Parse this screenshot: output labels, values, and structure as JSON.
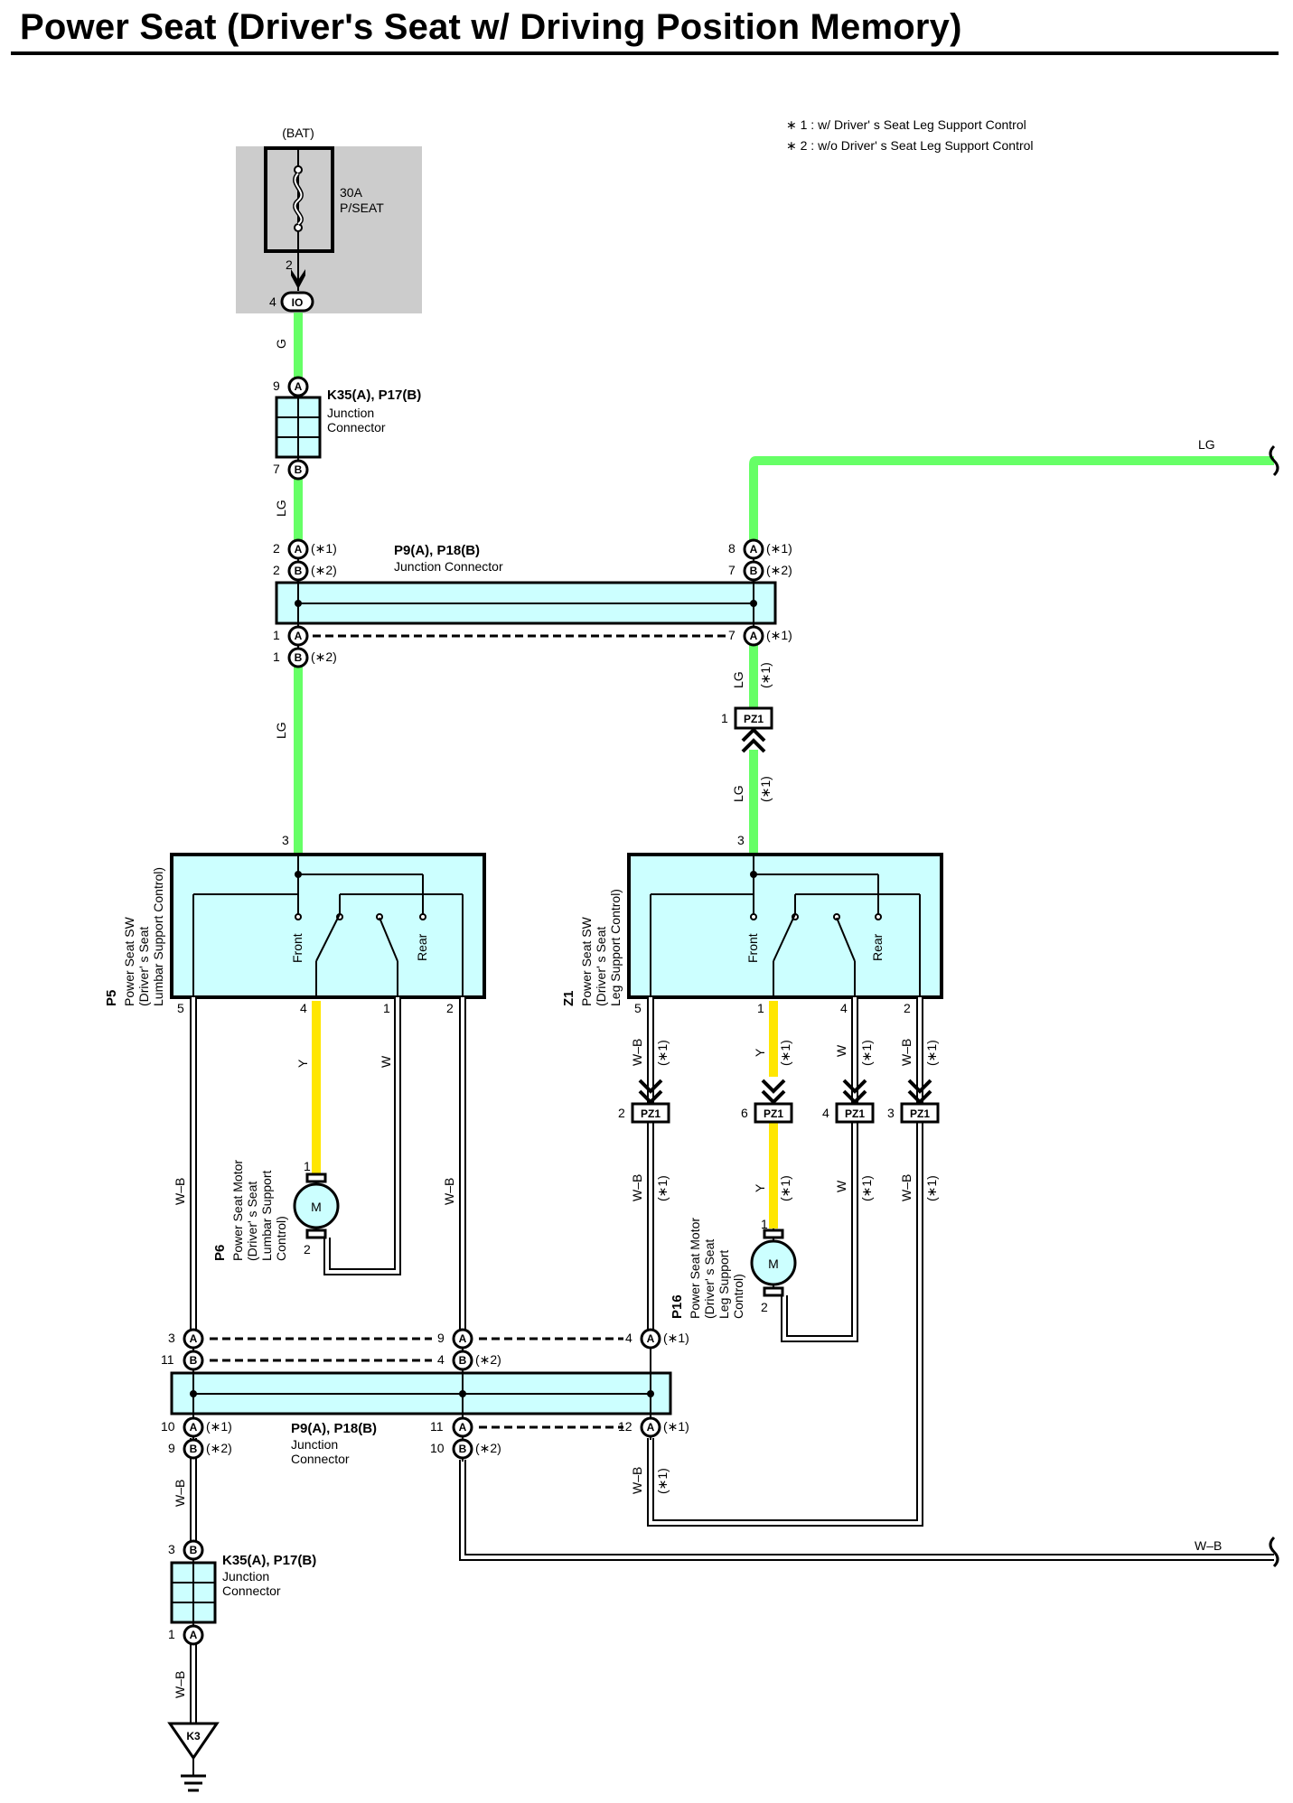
{
  "title": "Power Seat (Driver's Seat w/ Driving Position Memory)",
  "notes": [
    "∗ 1 : w/ Driver'  s Seat Leg Support Control",
    "∗ 2 : w/o Driver'  s Seat Leg Support Control"
  ],
  "fuse": {
    "source": "(BAT)",
    "rating": "30A",
    "name": "P/SEAT",
    "pin": "2",
    "conn_pin": "4",
    "conn_code": "IO"
  },
  "jc_top": {
    "code": "K35(A), P17(B)",
    "line1": "Junction",
    "line2": "Connector",
    "pin_a": "9",
    "tag_a": "A",
    "pin_b": "7",
    "tag_b": "B"
  },
  "jc_bottom": {
    "code": "K35(A), P17(B)",
    "line1": "Junction",
    "line2": "Connector",
    "pin_b": "3",
    "tag_b": "B",
    "pin_a": "1",
    "tag_a": "A"
  },
  "jbar_upper": {
    "code": "P9(A), P18(B)",
    "name": "Junction Connector",
    "left_top_a": "2",
    "left_top_b": "2",
    "left_bot_a": "1",
    "left_bot_b": "1",
    "right_top_a": "8",
    "right_top_b": "7",
    "right_bot_a": "7"
  },
  "jbar_lower": {
    "code": "P9(A), P18(B)",
    "line1": "Junction",
    "line2": "Connector",
    "p1_a": "3",
    "p1_b": "11",
    "p2_a": "9",
    "p2_b": "4",
    "p3_a": "4",
    "q1_a": "10",
    "q1_b": "9",
    "q2_a": "11",
    "q2_b": "10",
    "q3_a": "12"
  },
  "marks": {
    "s1": "(∗1)",
    "s2": "(∗2)"
  },
  "wires": {
    "g": "G",
    "lg": "LG",
    "y": "Y",
    "w": "W",
    "wb": "W–B"
  },
  "sw_lumbar": {
    "code": "P5",
    "line1": "Power Seat SW",
    "line2": "(Driver'  s Seat",
    "line3": "Lumbar Support Control)",
    "front": "Front",
    "rear": "Rear",
    "pin_in": "3",
    "pin5": "5",
    "pin4": "4",
    "pin1": "1",
    "pin2": "2"
  },
  "sw_leg": {
    "code": "Z1",
    "line1": "Power Seat SW",
    "line2": "(Driver'  s Seat",
    "line3": "Leg Support Control)",
    "front": "Front",
    "rear": "Rear",
    "pin_in": "3",
    "pin5": "5",
    "pin1": "1",
    "pin4": "4",
    "pin2": "2"
  },
  "motor_lumbar": {
    "code": "P6",
    "line1": "Power Seat Motor",
    "line2": "(Driver'  s Seat",
    "line3": "Lumbar Support",
    "line4": "Control)",
    "symbol": "M",
    "pin1": "1",
    "pin2": "2"
  },
  "motor_leg": {
    "code": "P16",
    "line1": "Power Seat Motor",
    "line2": "(Driver'  s Seat",
    "line3": "Leg Support",
    "line4": "Control)",
    "symbol": "M",
    "pin1": "1",
    "pin2": "2"
  },
  "pz1": {
    "code": "PZ1",
    "top_pin": "1",
    "c2": "2",
    "c6": "6",
    "c4": "4",
    "c3": "3"
  },
  "ground": {
    "code": "K3"
  },
  "colors": {
    "green_wire": "#66ff66",
    "yellow_wire": "#ffe600",
    "connector_fill": "#ccffff",
    "shade": "#cccccc"
  }
}
